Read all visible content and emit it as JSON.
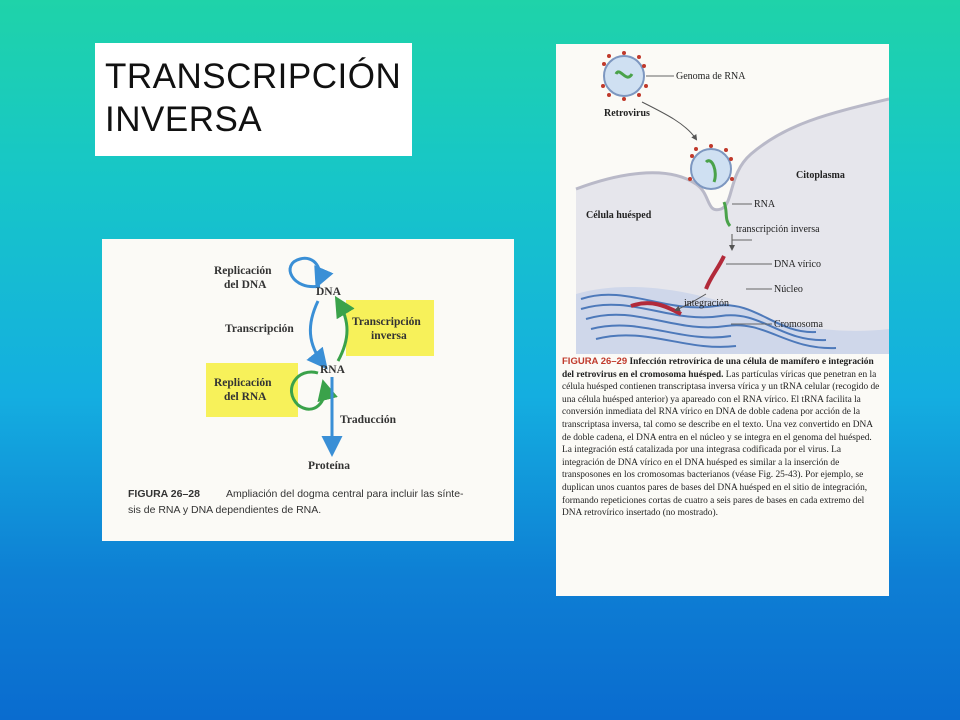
{
  "slide": {
    "title_lines": [
      "TRANSCRIPCIÓN",
      "INVERSA"
    ]
  },
  "figure_dogma": {
    "labels": {
      "dna_replication": [
        "Replicación",
        "del DNA"
      ],
      "dna": "DNA",
      "transcription": "Transcripción",
      "reverse_transcription": [
        "Transcripción",
        "inversa"
      ],
      "rna_replication": [
        "Replicación",
        "del RNA"
      ],
      "rna": "RNA",
      "translation": "Traducción",
      "protein": "Proteína"
    },
    "caption_number": "FIGURA 26–28",
    "caption_lines": [
      "Ampliación del dogma central para incluir las sínte-",
      "sis de RNA y DNA dependientes de RNA."
    ],
    "colors": {
      "highlight": "#f7f15a",
      "arrow": "#3a8fd6"
    }
  },
  "figure_retrovirus": {
    "labels": {
      "rna_genome": "Genoma de RNA",
      "retrovirus": "Retrovirus",
      "cytoplasm": "Citoplasma",
      "host_cell": "Célula huésped",
      "rna": "RNA",
      "reverse_transcription": "transcripción inversa",
      "viral_dna": "DNA vírico",
      "nucleus": "Núcleo",
      "integration": "integración",
      "chromosome": "Cromosoma"
    },
    "caption_number": "FIGURA 26–29",
    "caption_title": "Infección retrovírica de una célula de mamífero e integración del retrovirus en el cromosoma huésped.",
    "caption_text": "Las partículas víricas que penetran en la célula huésped contienen transcriptasa inversa vírica y un tRNA celular (recogido de una célula huésped anterior) ya apareado con el RNA vírico. El tRNA facilita la conversión inmediata del RNA vírico en DNA de doble cadena por acción de la transcriptasa inversa, tal como se describe en el texto. Una vez convertido en DNA de doble cadena, el DNA entra en el núcleo y se integra en el genoma del huésped. La integración está catalizada por una integrasa codificada por el virus. La integración de DNA vírico en el DNA huésped es similar a la inserción de transposones en los cromosomas bacterianos (véase Fig. 25-43). Por ejemplo, se duplican unos cuantos pares de bases del DNA huésped en el sitio de integración, formando repeticiones cortas de cuatro a seis pares de bases en cada extremo del DNA retrovírico insertado (no mostrado)."
  }
}
